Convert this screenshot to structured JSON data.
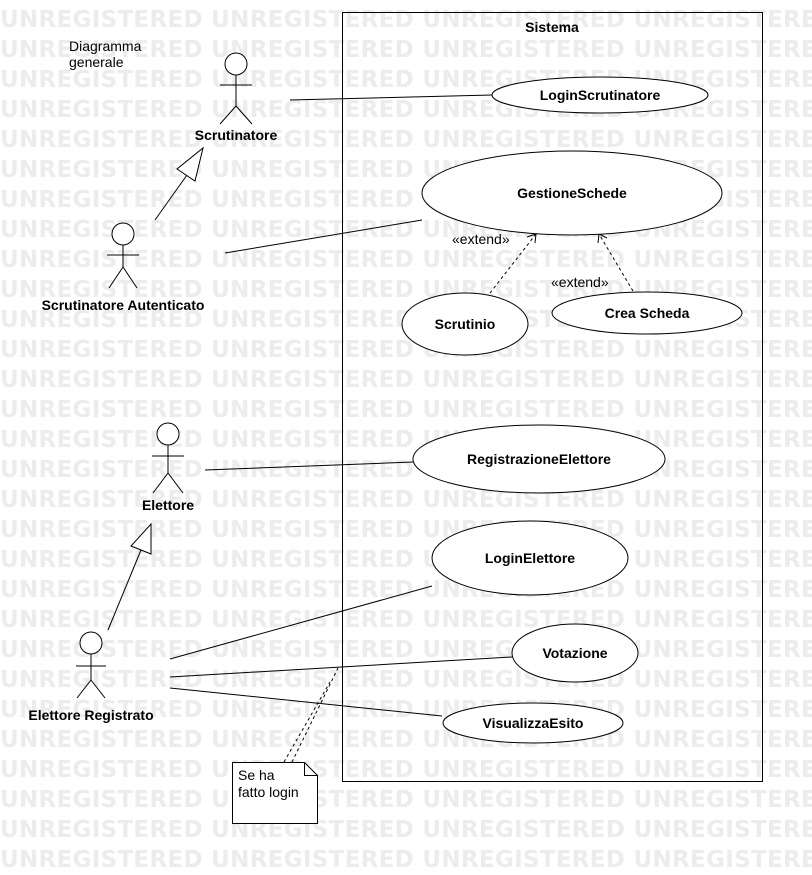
{
  "watermark": {
    "text": "UNREGISTERED UNREGISTERED UNREGISTERED UNREGISTERED UNREGISTERED UNREGISTERED UNREGISTERED"
  },
  "diagram": {
    "title": "Diagramma\ngenerale",
    "system_label": "Sistema",
    "actors": {
      "scrutinatore": "Scrutinatore",
      "scrutinatore_autenticato": "Scrutinatore Autenticato",
      "elettore": "Elettore",
      "elettore_registrato": "Elettore Registrato"
    },
    "use_cases": {
      "login_scrutinatore": "LoginScrutinatore",
      "gestione_schede": "GestioneSchede",
      "scrutinio": "Scrutinio",
      "crea_scheda": "Crea Scheda",
      "registrazione_elettore": "RegistrazioneElettore",
      "login_elettore": "LoginElettore",
      "votazione": "Votazione",
      "visualizza_esito": "VisualizzaEsito"
    },
    "extend_labels": {
      "scrutinio": "«extend»",
      "crea_scheda": "«extend»"
    },
    "note": "Se ha\nfatto login"
  }
}
